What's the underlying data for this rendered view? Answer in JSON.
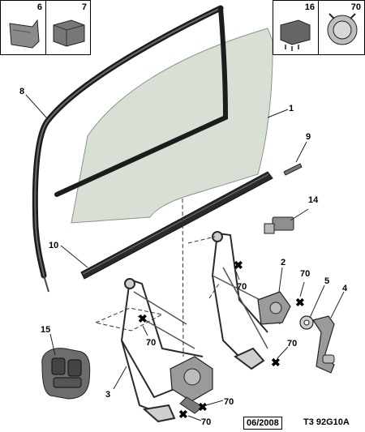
{
  "insets": [
    {
      "id": "6",
      "label": "6"
    },
    {
      "id": "7",
      "label": "7"
    },
    {
      "id": "16",
      "label": "16"
    },
    {
      "id": "70",
      "label": "70"
    }
  ],
  "callouts": {
    "c1": "1",
    "c2": "2",
    "c3": "3",
    "c4": "4",
    "c5": "5",
    "c8": "8",
    "c9": "9",
    "c10": "10",
    "c14": "14",
    "c15": "15",
    "c70a": "70",
    "c70b": "70",
    "c70c": "70",
    "c70d": "70",
    "c70e": "70",
    "c70f": "70"
  },
  "footer": {
    "date": "06/2008",
    "code": "T3 92G10A"
  }
}
